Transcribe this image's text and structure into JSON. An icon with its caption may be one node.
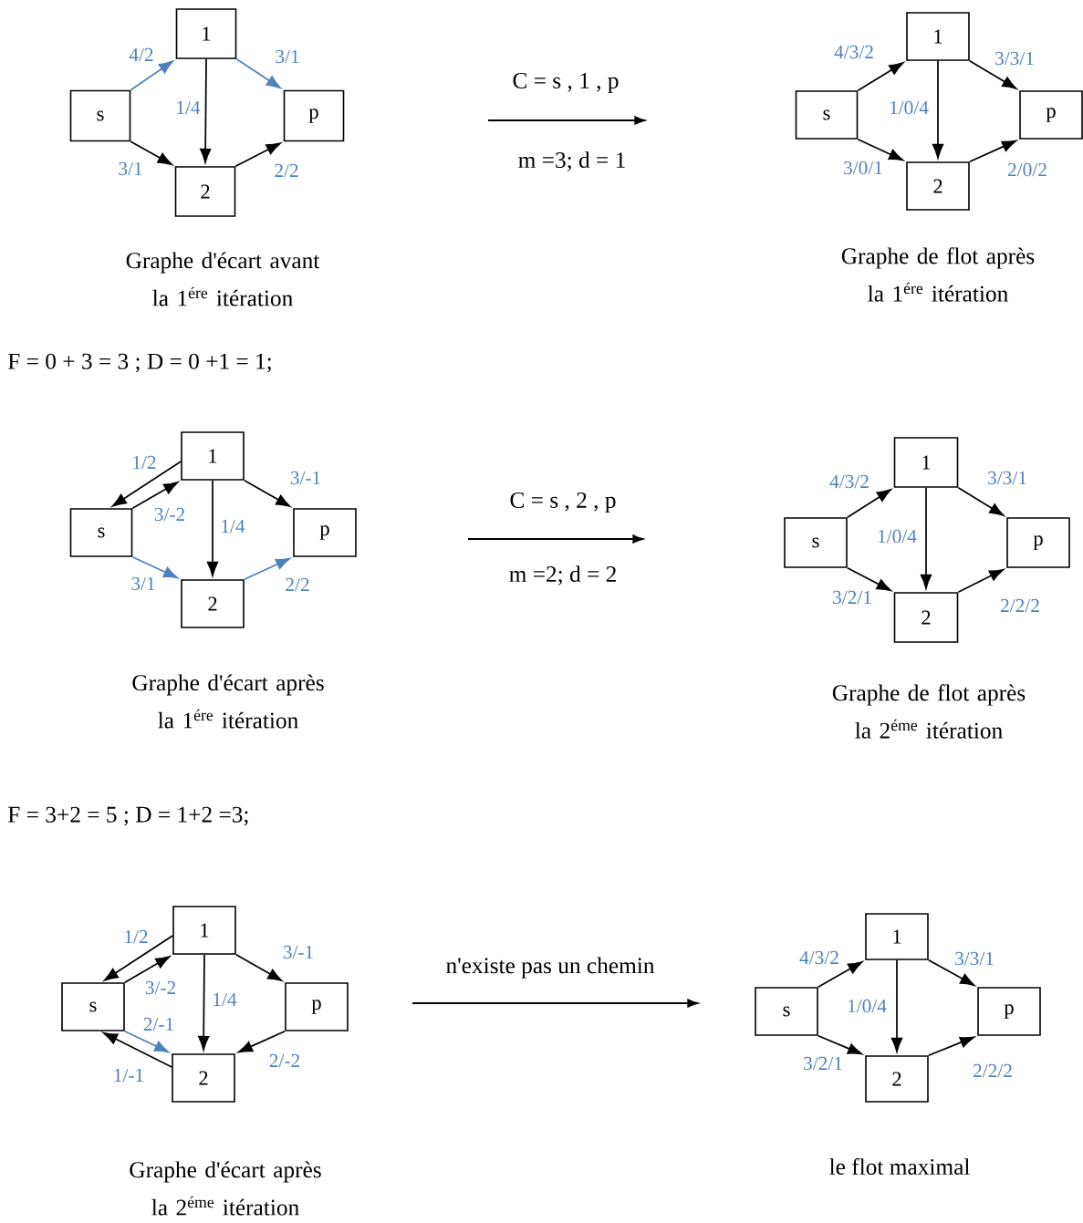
{
  "diagram": {
    "nodes": [
      {
        "text": [
          "1"
        ]
      },
      {
        "text": [
          "s"
        ]
      },
      {
        "text": [
          "p"
        ]
      },
      {
        "text": [
          "2"
        ]
      },
      {
        "text": [
          "1"
        ]
      },
      {
        "text": [
          "s"
        ]
      },
      {
        "text": [
          "p"
        ]
      },
      {
        "text": [
          "2"
        ]
      },
      {
        "text": [
          "1"
        ]
      },
      {
        "text": [
          "s"
        ]
      },
      {
        "text": [
          "p"
        ]
      },
      {
        "text": [
          "2"
        ]
      },
      {
        "text": [
          "1"
        ]
      },
      {
        "text": [
          "s"
        ]
      },
      {
        "text": [
          "p"
        ]
      },
      {
        "text": [
          "2"
        ]
      },
      {
        "text": [
          "1"
        ]
      },
      {
        "text": [
          "s"
        ]
      },
      {
        "text": [
          "p"
        ]
      },
      {
        "text": [
          "2"
        ]
      },
      {
        "text": [
          "1"
        ]
      },
      {
        "text": [
          "s"
        ]
      },
      {
        "text": [
          "p"
        ]
      },
      {
        "text": [
          "2"
        ]
      }
    ],
    "edges": [
      {
        "from": 1,
        "to": 0,
        "arrow": "to",
        "label": "4/2",
        "color": "#4f81bd"
      },
      {
        "from": 0,
        "to": 2,
        "arrow": "to",
        "label": "3/1",
        "color": "#4f81bd"
      },
      {
        "from": 0,
        "to": 3,
        "arrow": "to",
        "label": "1/4"
      },
      {
        "from": 1,
        "to": 3,
        "arrow": "to",
        "label": "3/1"
      },
      {
        "from": 3,
        "to": 2,
        "arrow": "to",
        "label": "2/2"
      },
      {
        "from": 5,
        "to": 4,
        "arrow": "to",
        "label": "4/3/2"
      },
      {
        "from": 4,
        "to": 6,
        "arrow": "to",
        "label": "3/3/1"
      },
      {
        "from": 4,
        "to": 7,
        "arrow": "to",
        "label": "1/0/4"
      },
      {
        "from": 5,
        "to": 7,
        "arrow": "to",
        "label": "3/0/1"
      },
      {
        "from": 7,
        "to": 6,
        "arrow": "to",
        "label": "2/0/2"
      },
      {
        "from": 8,
        "to": 9,
        "arrow": "to",
        "label": "1/2"
      },
      {
        "from": 9,
        "to": 8,
        "arrow": "to",
        "label": "3/-2"
      },
      {
        "from": 8,
        "to": 11,
        "arrow": "to",
        "label": "1/4"
      },
      {
        "from": 8,
        "to": 10,
        "arrow": "to",
        "label": "3/-1"
      },
      {
        "from": 9,
        "to": 11,
        "arrow": "to",
        "label": "3/1",
        "color": "#4f81bd"
      },
      {
        "from": 11,
        "to": 10,
        "arrow": "to",
        "label": "2/2",
        "color": "#4f81bd"
      },
      {
        "from": 13,
        "to": 12,
        "arrow": "to",
        "label": "4/3/2"
      },
      {
        "from": 12,
        "to": 14,
        "arrow": "to",
        "label": "3/3/1"
      },
      {
        "from": 12,
        "to": 15,
        "arrow": "to",
        "label": "1/0/4"
      },
      {
        "from": 13,
        "to": 15,
        "arrow": "to",
        "label": "3/2/1"
      },
      {
        "from": 15,
        "to": 14,
        "arrow": "to",
        "label": "2/2/2"
      },
      {
        "from": 16,
        "to": 17,
        "arrow": "to",
        "label": "1/2"
      },
      {
        "from": 17,
        "to": 16,
        "arrow": "to",
        "label": "3/-2"
      },
      {
        "from": 16,
        "to": 19,
        "arrow": "to",
        "label": "1/4"
      },
      {
        "from": 16,
        "to": 18,
        "arrow": "to",
        "label": "3/-1"
      },
      {
        "from": 17,
        "to": 19,
        "arrow": "to",
        "label": "2/-1",
        "color": "#4f81bd"
      },
      {
        "from": 19,
        "to": 17,
        "arrow": "to",
        "label": "1/-1"
      },
      {
        "from": 18,
        "to": 19,
        "arrow": "to",
        "label": "2/-2"
      },
      {
        "from": 21,
        "to": 20,
        "arrow": "to",
        "label": "4/3/2"
      },
      {
        "from": 20,
        "to": 22,
        "arrow": "to",
        "label": "3/3/1"
      },
      {
        "from": 20,
        "to": 23,
        "arrow": "to",
        "label": "1/0/4"
      },
      {
        "from": 21,
        "to": 23,
        "arrow": "to",
        "label": "3/2/1"
      },
      {
        "from": 23,
        "to": 22,
        "arrow": "to",
        "label": "2/2/2"
      }
    ],
    "labels": [
      "C = s , 1 , p",
      "m =3; d = 1",
      "Graphe d'écart avant la 1$^{ére}$ itération",
      "Graphe de flot après la 1$^{ére}$ itération",
      "F = 0 + 3 = 3 ; D = 0 +1 = 1;",
      "C = s , 2 , p",
      "m =2; d = 2",
      "Graphe d'écart après la 1$^{ére}$ itération",
      "Graphe de flot après la 2$^{éme}$ itération",
      "F = 3+2 = 5 ; D = 1+2 =3;",
      "n'existe pas un chemin",
      "Graphe d'écart après la 2$^{éme}$ itération",
      "le flot maximal"
    ]
  }
}
